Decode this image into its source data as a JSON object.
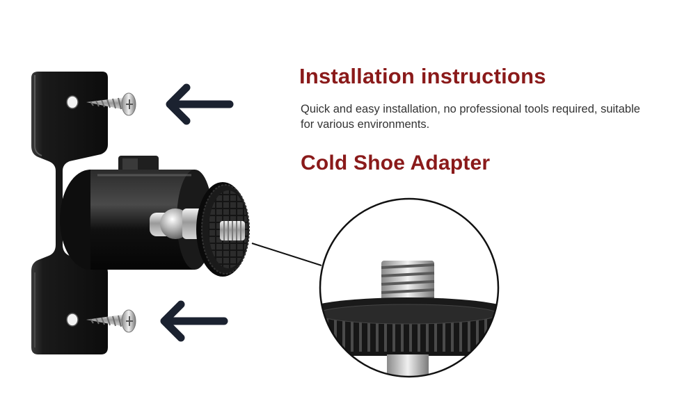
{
  "installation": {
    "title": "Installation instructions",
    "description": "Quick and easy installation, no professional tools required, suitable for various environments."
  },
  "adapter": {
    "title": "Cold Shoe Adapter"
  },
  "colors": {
    "heading": "#8a1a1a",
    "body_text": "#333333",
    "arrow": "#1b2230",
    "mount": "#151515"
  }
}
